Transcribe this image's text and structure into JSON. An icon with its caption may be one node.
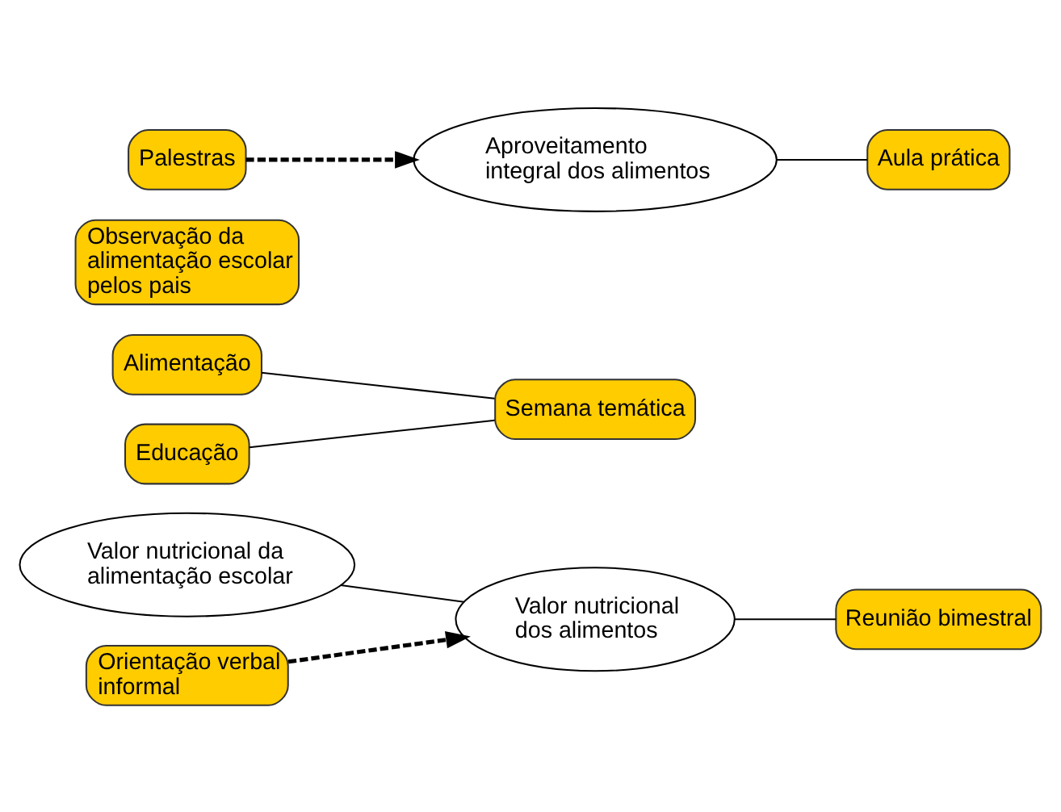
{
  "diagram": {
    "nodes": [
      {
        "text": [
          "Valor nutricional da alimentação escolar"
        ]
      },
      {
        "text": [
          "Valor nutricional dos alimentos"
        ]
      },
      {
        "text": [
          "Reunião bimestral"
        ]
      },
      {
        "text": [
          "Orientação verbal informal"
        ]
      },
      {
        "text": [
          "Alimentação"
        ]
      },
      {
        "text": [
          "Educação"
        ]
      },
      {
        "text": [
          "Semana temática"
        ]
      },
      {
        "text": [
          "Observação da alimentação escolar pelos pais"
        ]
      },
      {
        "text": [
          "Aproveitamento integral dos alimentos"
        ]
      },
      {
        "text": [
          "Aula prática"
        ]
      },
      {
        "text": [
          "Palestras"
        ]
      }
    ],
    "edges": [
      {
        "from": 0,
        "to": 1,
        "arrow": "none"
      },
      {
        "from": 1,
        "to": 2,
        "arrow": "none"
      },
      {
        "from": 3,
        "to": 1,
        "arrow": "to",
        "style": "dashed"
      },
      {
        "from": 4,
        "to": 6,
        "arrow": "none"
      },
      {
        "from": 5,
        "to": 6,
        "arrow": "none"
      },
      {
        "from": 8,
        "to": 9,
        "arrow": "none"
      },
      {
        "from": 10,
        "to": 8,
        "arrow": "to",
        "style": "dashed"
      }
    ]
  }
}
